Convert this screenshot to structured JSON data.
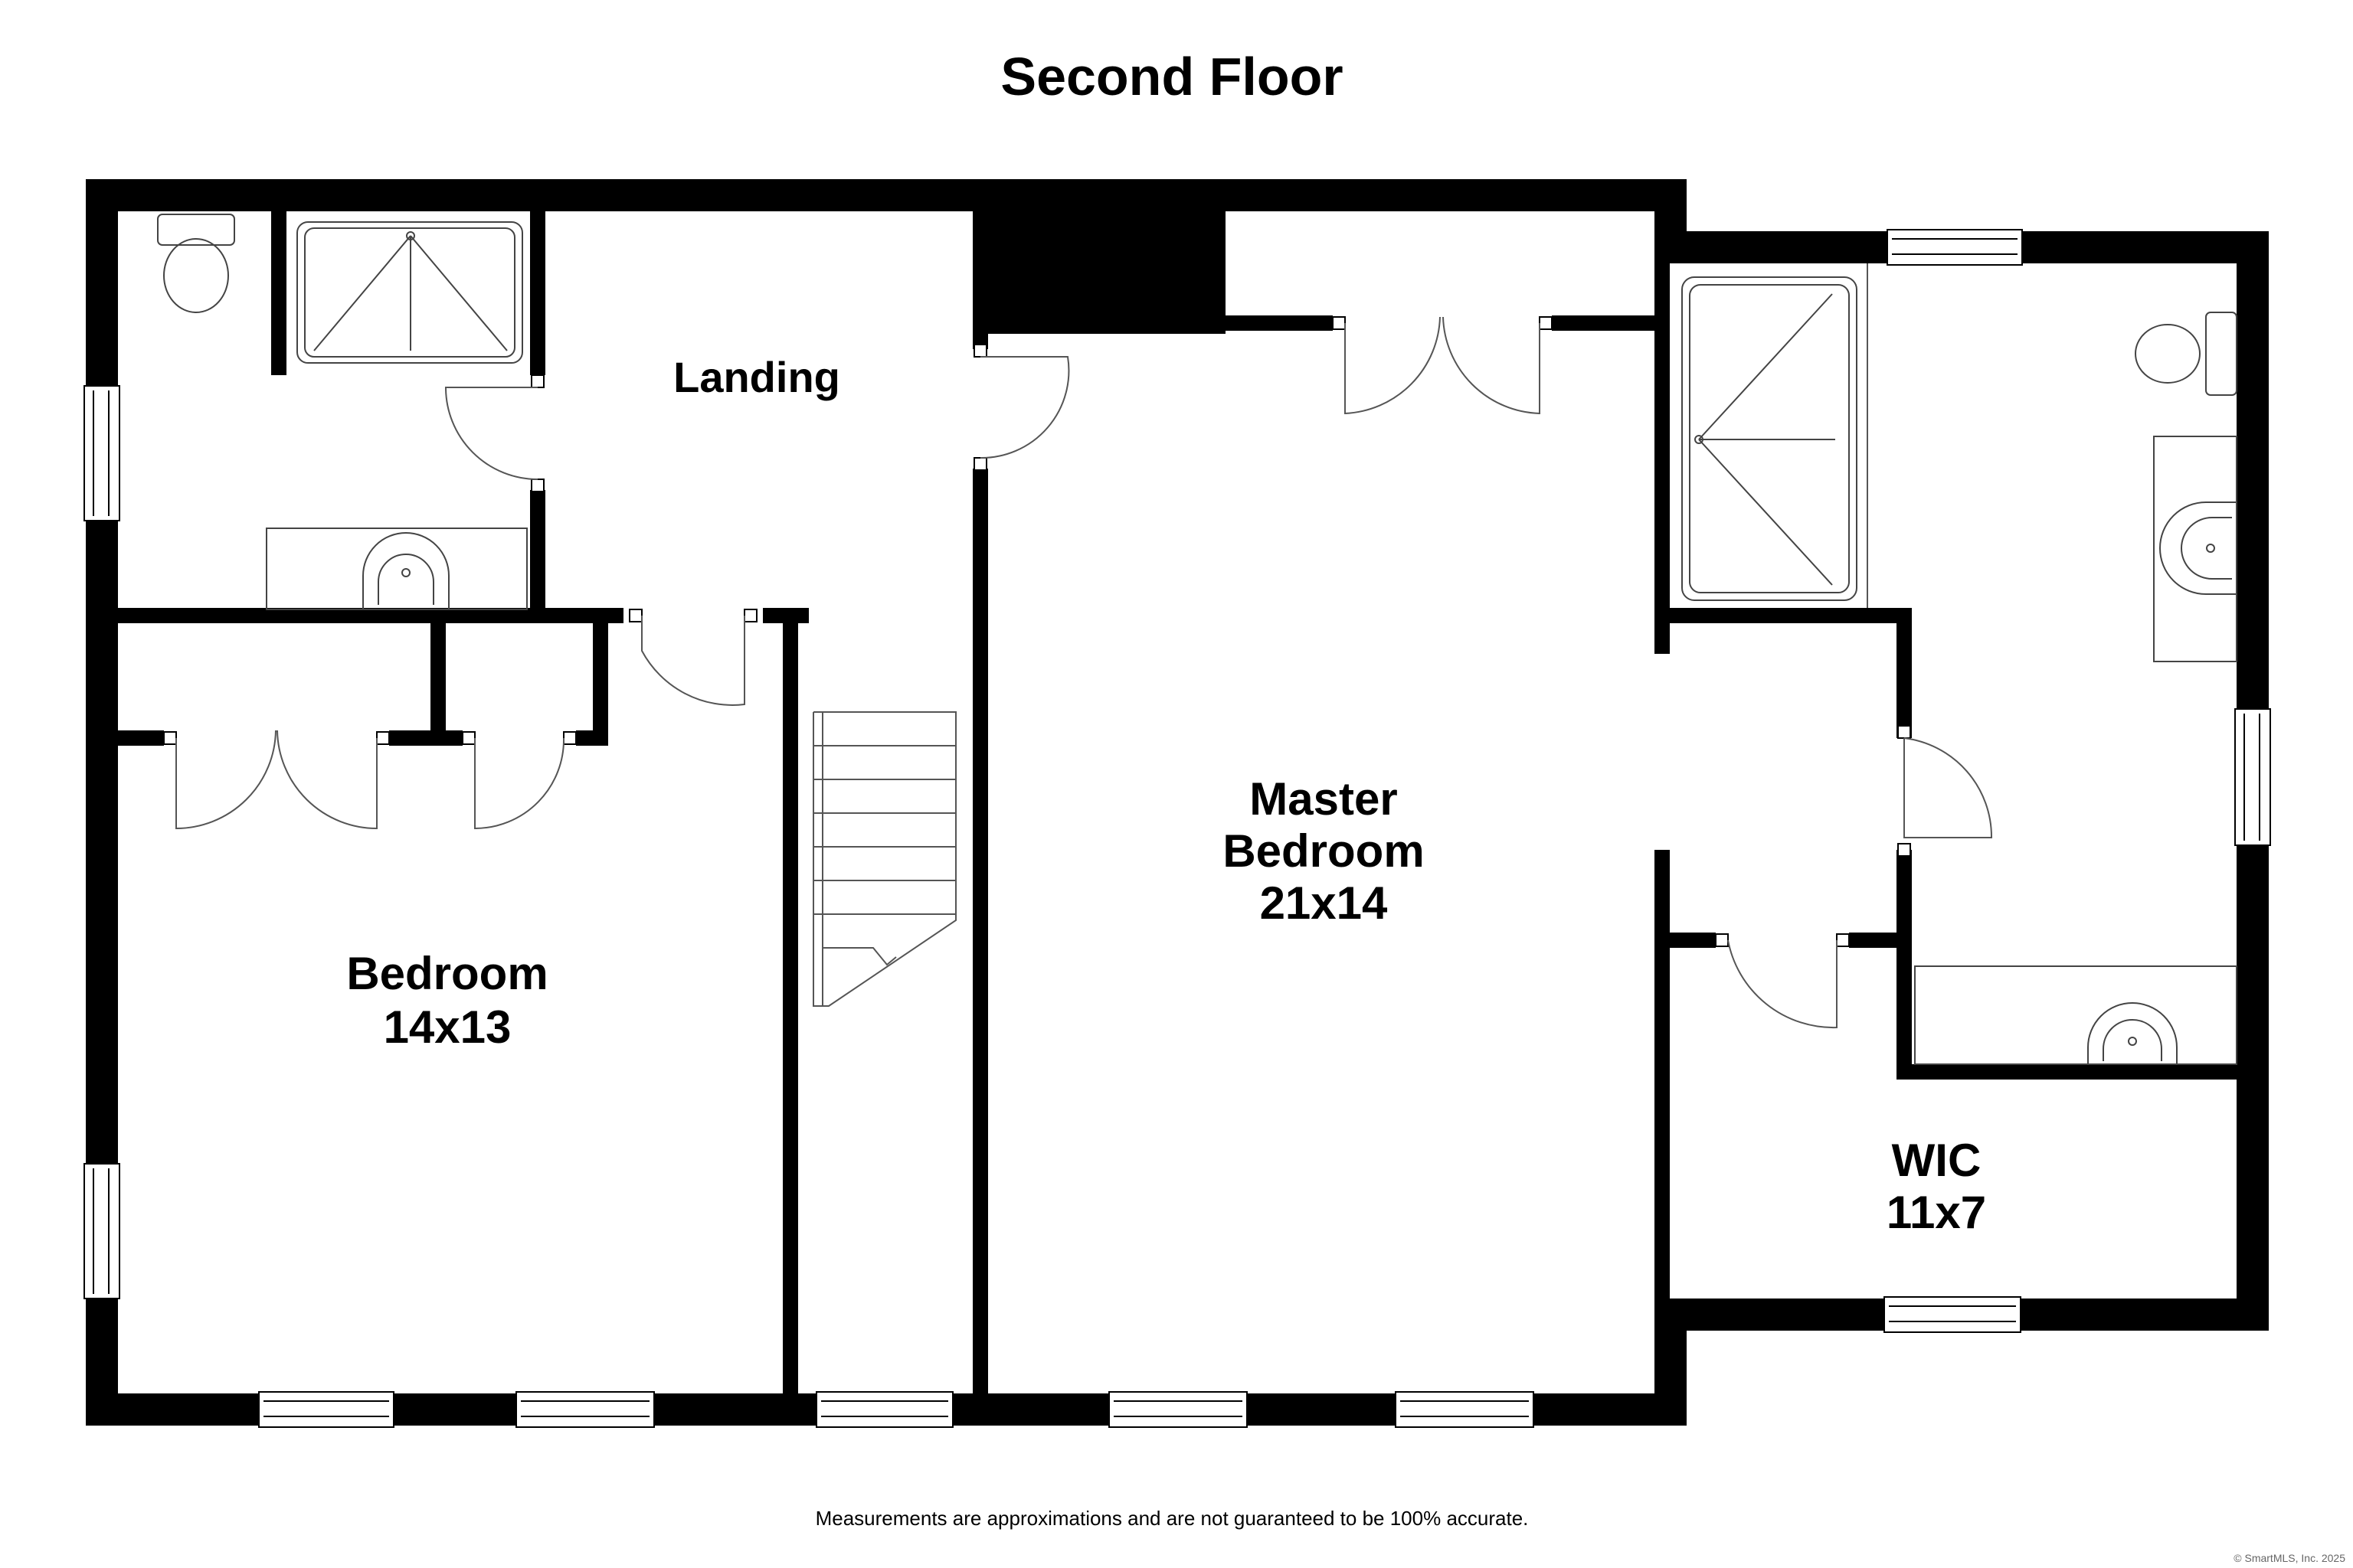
{
  "title": "Second Floor",
  "rooms": {
    "landing": {
      "name": "Landing"
    },
    "bedroom": {
      "name": "Bedroom",
      "size": "14x13"
    },
    "master": {
      "name_line1": "Master",
      "name_line2": "Bedroom",
      "size": "21x14"
    },
    "wic": {
      "name": "WIC",
      "size": "11x7"
    }
  },
  "disclaimer": "Measurements are approximations and are not guaranteed to be 100% accurate.",
  "copyright": "© SmartMLS, Inc. 2025",
  "colors": {
    "wall": "#000000",
    "fixture": "#444444",
    "background": "#ffffff"
  }
}
